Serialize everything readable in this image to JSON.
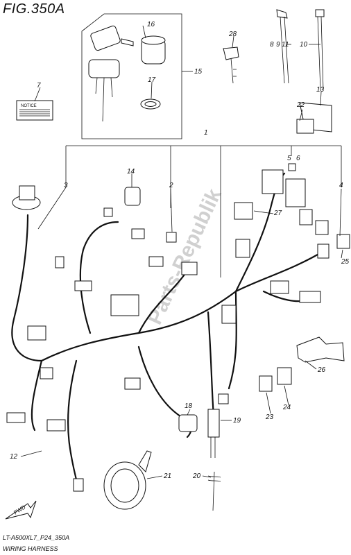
{
  "figure": {
    "title": "FIG.350A",
    "code": "LT-A500XL7_P24_350A",
    "caption": "WIRING HARNESS",
    "watermark": "Parts-Republik",
    "notice_label": "NOTICE"
  },
  "callouts": [
    "1",
    "2",
    "3",
    "4",
    "5",
    "6",
    "7",
    "8",
    "9",
    "10",
    "11",
    "12",
    "13",
    "14",
    "15",
    "16",
    "17",
    "18",
    "19",
    "20",
    "21",
    "22",
    "23",
    "24",
    "25",
    "26",
    "27",
    "28"
  ],
  "fwd_label": "FWD"
}
